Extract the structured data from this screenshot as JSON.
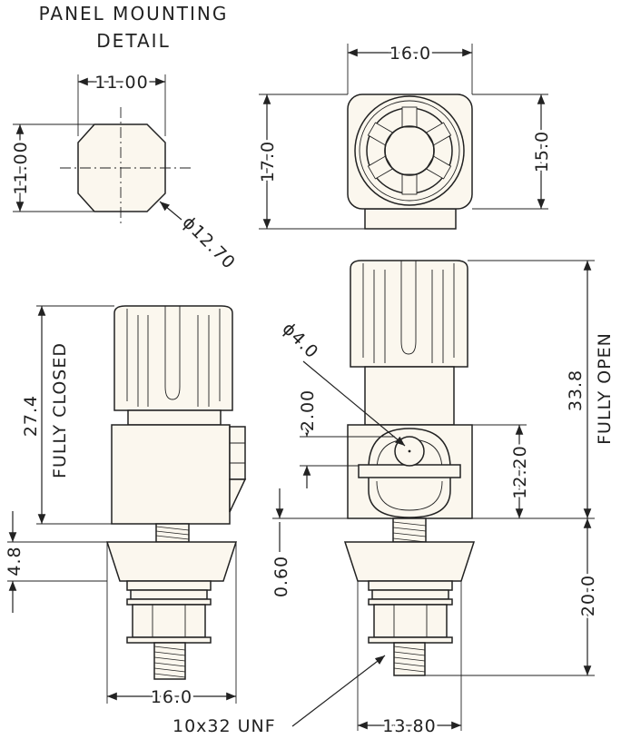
{
  "title_line1": "PANEL MOUNTING",
  "title_line2": "DETAIL",
  "dims": {
    "panel_width": "11.00",
    "panel_height": "11.00",
    "panel_hole": "ϕ12.70",
    "top_width": "16.0",
    "top_height_left": "17.0",
    "top_height_right": "15.0",
    "closed_height": "27.4",
    "closed_note": "FULLY CLOSED",
    "shoulder_height": "4.8",
    "closed_base_width": "16.0",
    "hole_dia": "ϕ4.0",
    "hole_offset": "2.00",
    "panel_gap": "0.60",
    "body_height": "12.20",
    "open_height": "33.8",
    "open_note": "FULLY OPEN",
    "thread_length": "20.0",
    "thread_spec": "10x32 UNF",
    "base_width": "13.80"
  }
}
